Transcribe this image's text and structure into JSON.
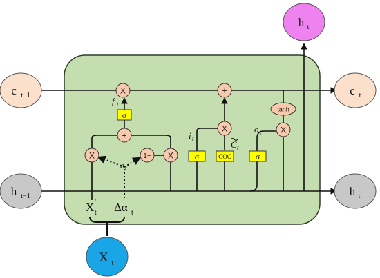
{
  "title": "",
  "nodes": {
    "c_prev": {
      "main": "c",
      "sub": "t−1"
    },
    "h_prev": {
      "main": "h",
      "sub": "t−1"
    },
    "c_out": {
      "main": "c",
      "sub": "t"
    },
    "h_out_right": {
      "main": "h",
      "sub": "t"
    },
    "h_out_top": {
      "main": "h",
      "sub": "t"
    },
    "x_input": {
      "main": "X",
      "sub": "t"
    }
  },
  "operators": {
    "multiply": "X",
    "add": "+",
    "one_minus": "1−"
  },
  "gates": {
    "sigma": "σ",
    "coc": "COC",
    "tanh": "tanh"
  },
  "labels": {
    "f_t": {
      "main": "f",
      "sub": "t"
    },
    "i_t": {
      "main": "i",
      "sub": "t"
    },
    "o_t": {
      "main": "o",
      "sub": "t"
    },
    "c_tilde": {
      "main": "C",
      "sub": "t"
    },
    "e_t": {
      "main": "e",
      "sub": "t"
    },
    "x_prime": {
      "main": "X",
      "sup": "'",
      "sub": "t"
    },
    "delta_alpha": {
      "main": "Δα",
      "sub": "t"
    }
  },
  "colors": {
    "cell_bg": "#c5deb0",
    "cell_border": "#2f3a2a",
    "c_node": "#fbe0cc",
    "h_node": "#c8c8c8",
    "h_top_node": "#ee82ee",
    "x_node": "#1aa6e6",
    "op_circle": "#f7c9ad",
    "gate_box": "#ffff00"
  }
}
